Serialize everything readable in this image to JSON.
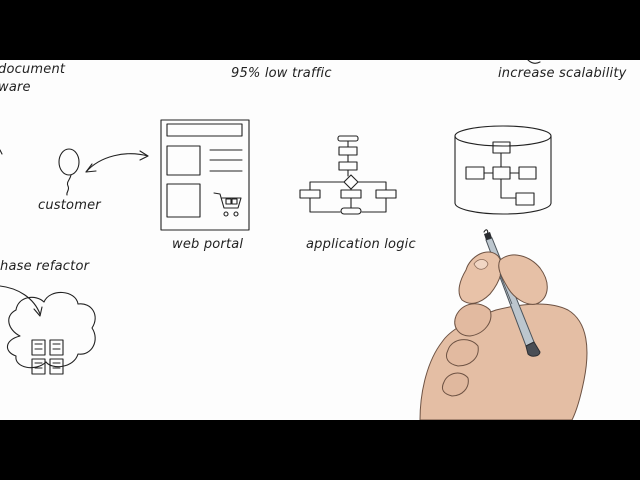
{
  "labels": {
    "document_line1": "document",
    "document_line2": "ware",
    "traffic": "95% low traffic",
    "scalability": "increase scalability",
    "customer": "customer",
    "web_portal": "web portal",
    "application_logic": "application logic",
    "phase_refactor": "hase refactor"
  },
  "colors": {
    "ink": "#222222",
    "letterbox": "#000000",
    "board": "#fdfdfd",
    "skin": "#e8c2a8",
    "marker_body": "#b9c3cc",
    "marker_cap": "#3c4046"
  },
  "icons": [
    "customer-figure-icon",
    "double-arrow-icon",
    "web-page-icon",
    "shopping-cart-icon",
    "flowchart-icon",
    "database-cylinder-icon",
    "cloud-server-icon",
    "curved-arrow-icon",
    "hand-with-marker-icon"
  ]
}
